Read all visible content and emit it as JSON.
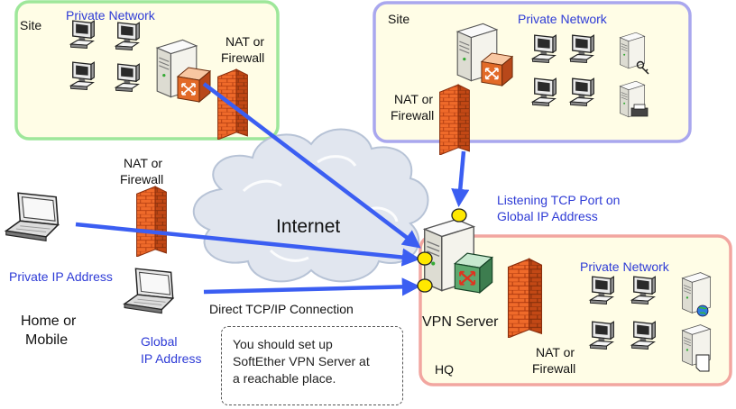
{
  "colors": {
    "site_left_border": "#9ee79a",
    "site_right_border": "#a9a7ee",
    "hq_border": "#f2a6a0",
    "zone_fill": "#fffde6",
    "arrow": "#3b5ef2",
    "label_blue": "#2e3bd6",
    "port_dot": "#ffe800"
  },
  "icons": [
    "desktop-pc-icon",
    "server-icon",
    "router-icon",
    "firewall-icon",
    "laptop-icon",
    "cloud-icon",
    "globe-server-icon",
    "lock-server-icon",
    "print-server-icon",
    "document-server-icon"
  ],
  "site_left": {
    "site_label": "Site",
    "network_label": "Private Network",
    "nat_label": [
      "NAT or",
      "Firewall"
    ]
  },
  "site_right": {
    "site_label": "Site",
    "network_label": "Private Network",
    "nat_label": [
      "NAT or",
      "Firewall"
    ]
  },
  "cloud": {
    "label": "Internet"
  },
  "home": {
    "nat_label": [
      "NAT or",
      "Firewall"
    ],
    "private_ip_label": "Private IP Address",
    "global_ip_label": [
      "Global",
      "IP Address"
    ],
    "home_label": [
      "Home or",
      "Mobile"
    ],
    "direct_label": "Direct TCP/IP Connection"
  },
  "hq": {
    "listening_label": [
      "Listening TCP Port on",
      "Global IP Address"
    ],
    "network_label": "Private Network",
    "server_label": "VPN Server",
    "nat_label": [
      "NAT or",
      "Firewall"
    ],
    "hq_label": "HQ"
  },
  "note": [
    "You should set up",
    "SoftEther VPN Server at",
    "a reachable place."
  ]
}
